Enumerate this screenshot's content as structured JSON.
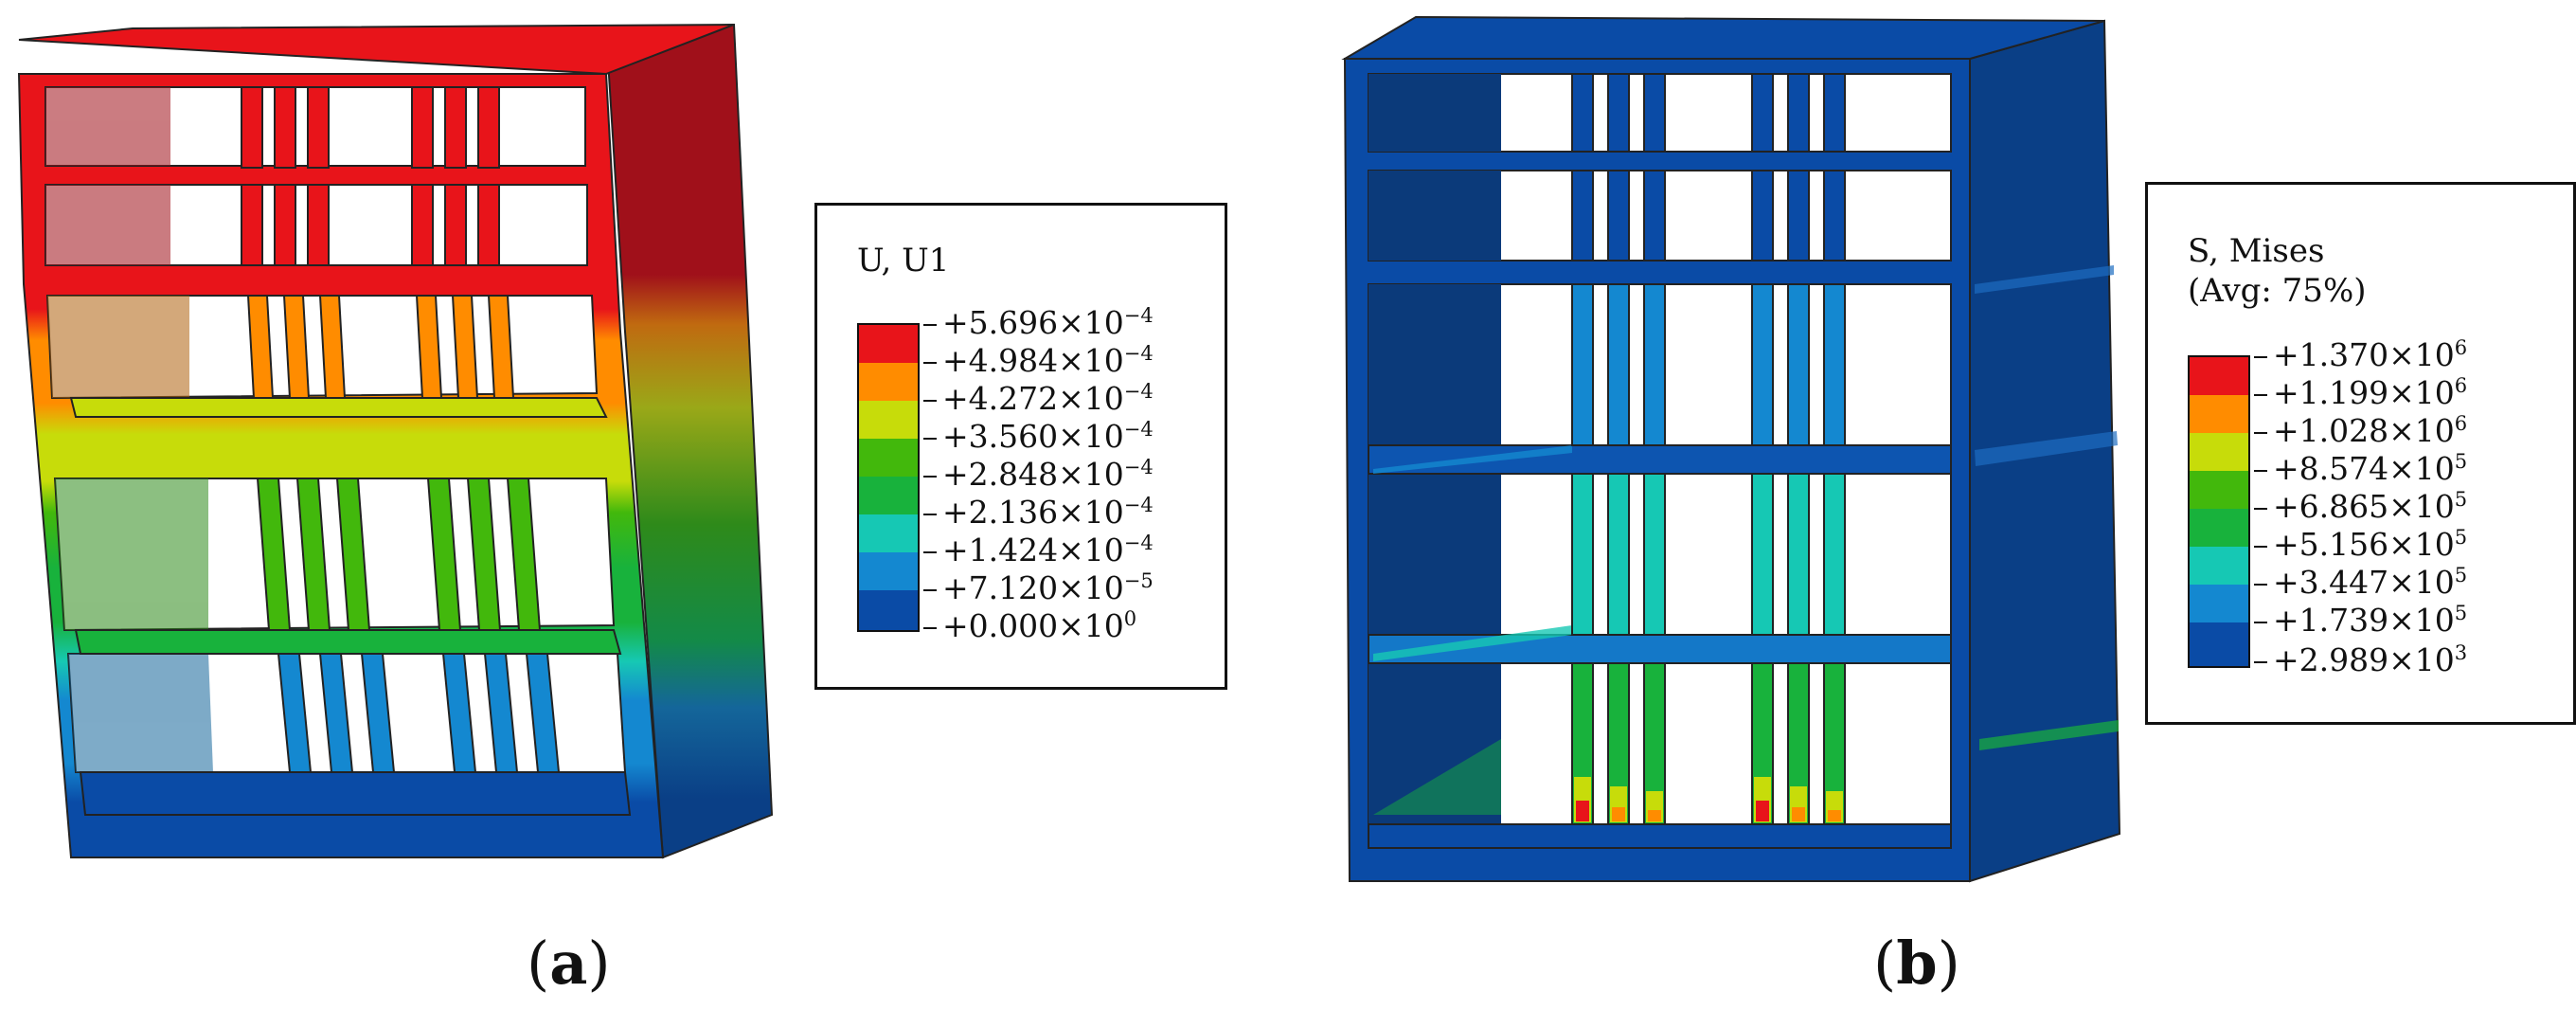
{
  "panel_a": {
    "caption_open": "(",
    "caption_letter": "a",
    "caption_close": ")",
    "legend": {
      "title": "U, U1",
      "colors": [
        "#e8141a",
        "#ff8c00",
        "#c7dc0a",
        "#42b80c",
        "#18b23c",
        "#16c8b4",
        "#1488d0",
        "#0a4ba6"
      ],
      "levels": [
        {
          "m": "+5.696×10",
          "e": "−4"
        },
        {
          "m": "+4.984×10",
          "e": "−4"
        },
        {
          "m": "+4.272×10",
          "e": "−4"
        },
        {
          "m": "+3.560×10",
          "e": "−4"
        },
        {
          "m": "+2.848×10",
          "e": "−4"
        },
        {
          "m": "+2.136×10",
          "e": "−4"
        },
        {
          "m": "+1.424×10",
          "e": "−4"
        },
        {
          "m": "+7.120×10",
          "e": "−5"
        },
        {
          "m": "+0.000×10",
          "e": "0"
        }
      ]
    }
  },
  "panel_b": {
    "caption_open": "(",
    "caption_letter": "b",
    "caption_close": ")",
    "legend": {
      "title_line1": "S, Mises",
      "title_line2": "(Avg: 75%)",
      "colors": [
        "#e8141a",
        "#ff8c00",
        "#c7dc0a",
        "#42b80c",
        "#18b23c",
        "#16c8b4",
        "#1488d0",
        "#0a4ba6"
      ],
      "levels": [
        {
          "m": "+1.370×10",
          "e": "6"
        },
        {
          "m": "+1.199×10",
          "e": "6"
        },
        {
          "m": "+1.028×10",
          "e": "6"
        },
        {
          "m": "+8.574×10",
          "e": "5"
        },
        {
          "m": "+6.865×10",
          "e": "5"
        },
        {
          "m": "+5.156×10",
          "e": "5"
        },
        {
          "m": "+3.447×10",
          "e": "5"
        },
        {
          "m": "+1.739×10",
          "e": "5"
        },
        {
          "m": "+2.989×10",
          "e": "3"
        }
      ]
    }
  }
}
